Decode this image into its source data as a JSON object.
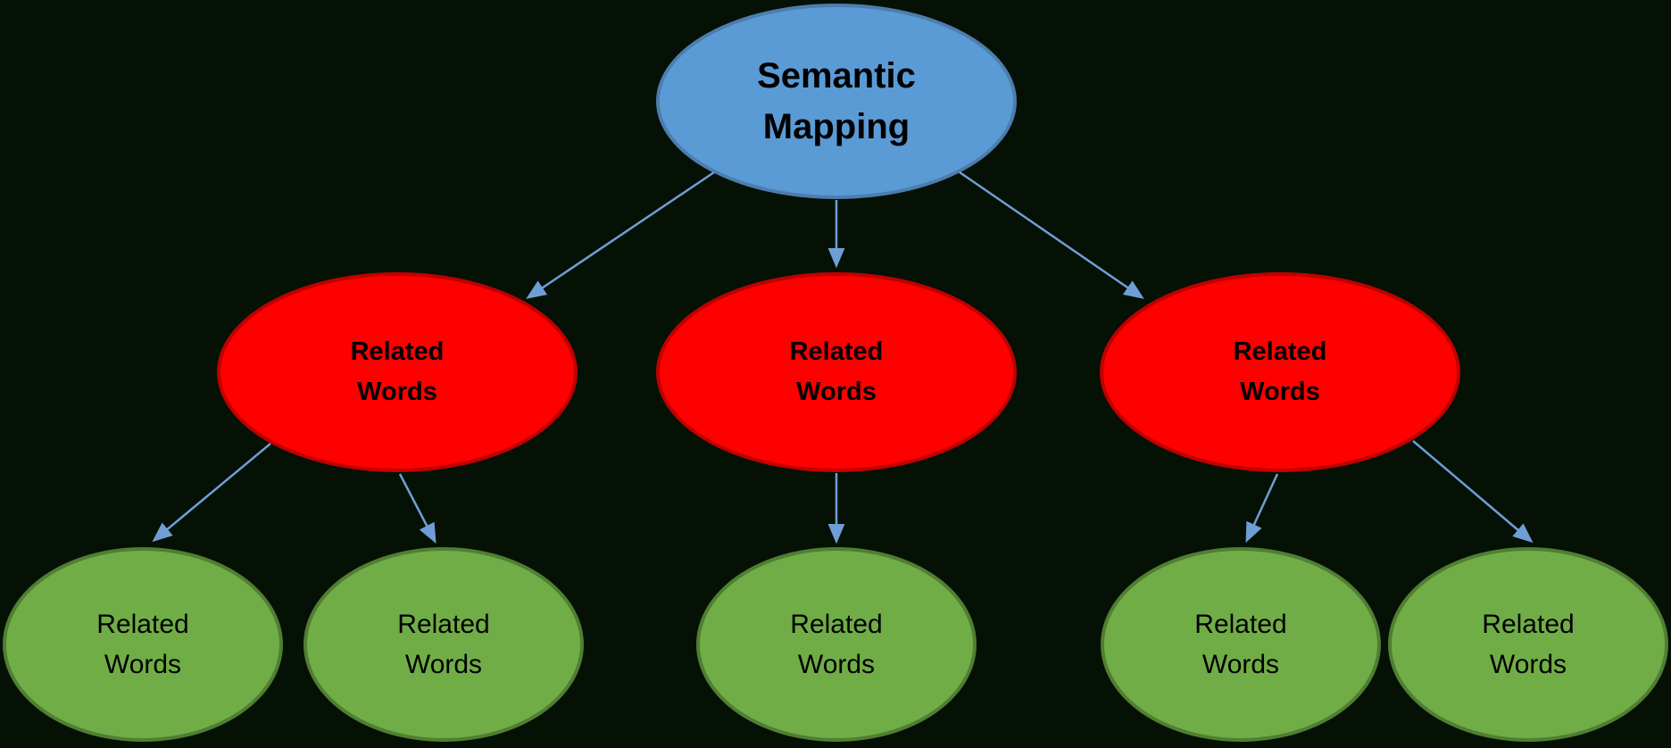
{
  "diagram": {
    "type": "concept-map",
    "nodes": {
      "root": {
        "id": "root",
        "level": "center",
        "label": "Semantic Mapping",
        "shape": "ellipse",
        "fill": "#5B9BD5"
      },
      "branch1": {
        "id": "branch1",
        "level": "branch",
        "label": "Related Words",
        "shape": "ellipse",
        "fill": "#FE0000"
      },
      "branch2": {
        "id": "branch2",
        "level": "branch",
        "label": "Related Words",
        "shape": "ellipse",
        "fill": "#FE0000"
      },
      "branch3": {
        "id": "branch3",
        "level": "branch",
        "label": "Related Words",
        "shape": "ellipse",
        "fill": "#FE0000"
      },
      "leaf1": {
        "id": "leaf1",
        "level": "leaf",
        "label": "Related Words",
        "shape": "ellipse",
        "fill": "#70AD47"
      },
      "leaf2": {
        "id": "leaf2",
        "level": "leaf",
        "label": "Related Words",
        "shape": "ellipse",
        "fill": "#70AD47"
      },
      "leaf3": {
        "id": "leaf3",
        "level": "leaf",
        "label": "Related Words",
        "shape": "ellipse",
        "fill": "#70AD47"
      },
      "leaf4": {
        "id": "leaf4",
        "level": "leaf",
        "label": "Related Words",
        "shape": "ellipse",
        "fill": "#70AD47"
      },
      "leaf5": {
        "id": "leaf5",
        "level": "leaf",
        "label": "Related Words",
        "shape": "ellipse",
        "fill": "#70AD47"
      }
    },
    "edges": [
      {
        "from": "root",
        "to": "branch1"
      },
      {
        "from": "root",
        "to": "branch2"
      },
      {
        "from": "root",
        "to": "branch3"
      },
      {
        "from": "branch1",
        "to": "leaf1"
      },
      {
        "from": "branch1",
        "to": "leaf2"
      },
      {
        "from": "branch2",
        "to": "leaf3"
      },
      {
        "from": "branch3",
        "to": "leaf4"
      },
      {
        "from": "branch3",
        "to": "leaf5"
      }
    ]
  },
  "colors": {
    "bg": "#051105",
    "root-fill": "#5B9BD5",
    "root-stroke": "#4d7dae",
    "branch-fill": "#FE0000",
    "branch-stroke": "#C00000",
    "leaf-fill": "#70AD47",
    "leaf-stroke": "#507E32",
    "connector": "#6f9ed6",
    "text-color": "#000000"
  }
}
